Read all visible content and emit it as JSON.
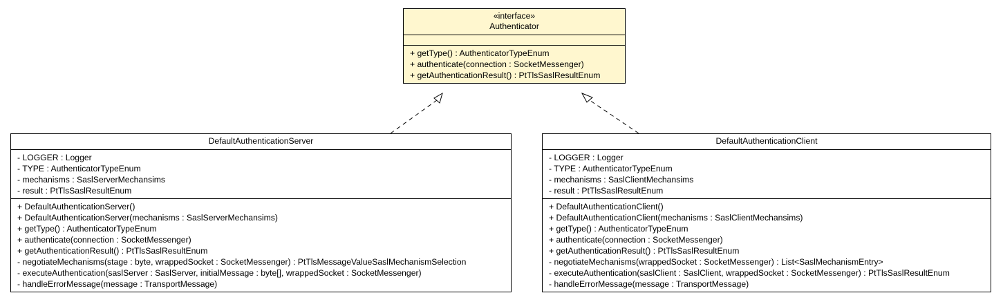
{
  "interface": {
    "stereotype": "«interface»",
    "name": "Authenticator",
    "attributes": [],
    "operations": [
      "+ getType() : AuthenticatorTypeEnum",
      "+ authenticate(connection : SocketMessenger)",
      "+ getAuthenticationResult() : PtTlsSaslResultEnum"
    ]
  },
  "server": {
    "name": "DefaultAuthenticationServer",
    "attributes": [
      "- LOGGER : Logger",
      "- TYPE : AuthenticatorTypeEnum",
      "- mechanisms : SaslServerMechansims",
      "- result : PtTlsSaslResultEnum"
    ],
    "operations": [
      "+ DefaultAuthenticationServer()",
      "+ DefaultAuthenticationServer(mechanisms : SaslServerMechansims)",
      "+ getType() : AuthenticatorTypeEnum",
      "+ authenticate(connection : SocketMessenger)",
      "+ getAuthenticationResult() : PtTlsSaslResultEnum",
      "- negotiateMechanisms(stage : byte, wrappedSocket : SocketMessenger) : PtTlsMessageValueSaslMechanismSelection",
      "- executeAuthentication(saslServer : SaslServer, initialMessage : byte[], wrappedSocket : SocketMessenger)",
      "- handleErrorMessage(message : TransportMessage)"
    ]
  },
  "client": {
    "name": "DefaultAuthenticationClient",
    "attributes": [
      "- LOGGER : Logger",
      "- TYPE : AuthenticatorTypeEnum",
      "- mechanisms : SaslClientMechansims",
      "- result : PtTlsSaslResultEnum"
    ],
    "operations": [
      "+ DefaultAuthenticationClient()",
      "+ DefaultAuthenticationClient(mechanisms : SaslClientMechansims)",
      "+ getType() : AuthenticatorTypeEnum",
      "+ authenticate(connection : SocketMessenger)",
      "+ getAuthenticationResult() : PtTlsSaslResultEnum",
      "- negotiateMechanisms(wrappedSocket : SocketMessenger) : List<SaslMechanismEntry>",
      "- executeAuthentication(saslClient : SaslClient, wrappedSocket : SocketMessenger) : PtTlsSaslResultEnum",
      "- handleErrorMessage(message : TransportMessage)"
    ]
  },
  "colors": {
    "interface_fill": "#fff7cf",
    "class_fill": "#ffffff",
    "line": "#000000"
  }
}
